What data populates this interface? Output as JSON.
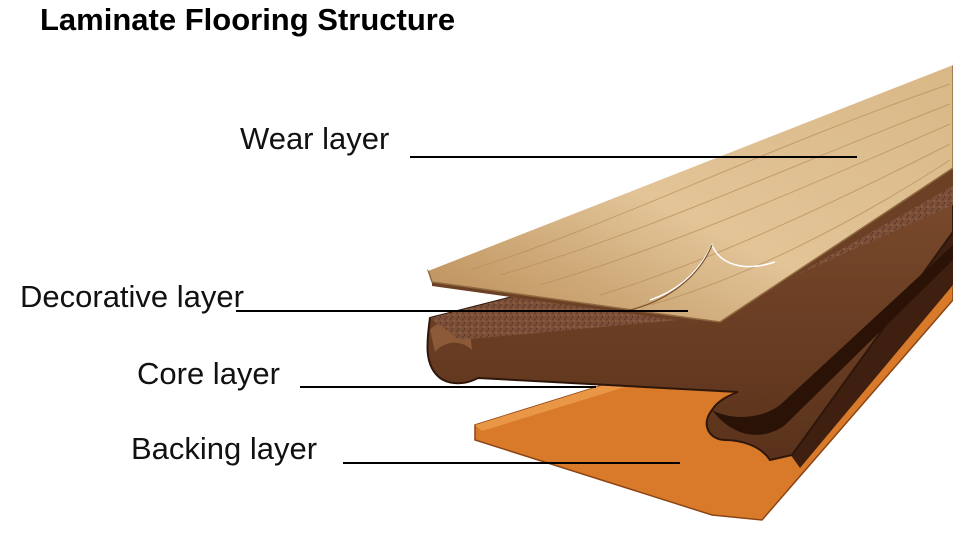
{
  "title": "Laminate Flooring Structure",
  "layers": [
    {
      "label": "Wear layer"
    },
    {
      "label": "Decorative layer"
    },
    {
      "label": "Core layer"
    },
    {
      "label": "Backing layer"
    }
  ],
  "colors": {
    "wood_light": "#e3c79c",
    "wood_mid": "#c9a06a",
    "core_top": "#8a5a3c",
    "core_body": "#6b3f24",
    "core_dark": "#3f2010",
    "backing": "#d97a2a",
    "leader_lines": "#000000"
  }
}
